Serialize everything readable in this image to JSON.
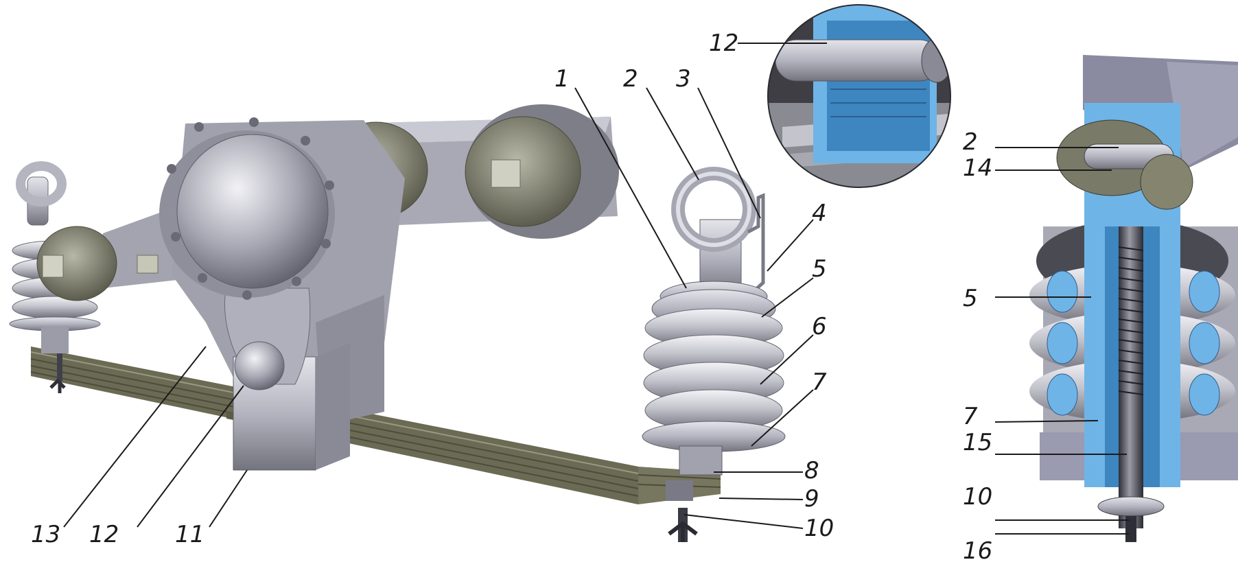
{
  "figure": {
    "main_labels": {
      "n1": "1",
      "n2": "2",
      "n3": "3",
      "n4": "4",
      "n5": "5",
      "n6": "6",
      "n7": "7",
      "n8": "8",
      "n9": "9",
      "n10": "10",
      "n11": "11",
      "n12": "12",
      "n13": "13"
    },
    "inset_labels": {
      "n12": "12"
    },
    "section_labels": {
      "n2": "2",
      "n14": "14",
      "n5": "5",
      "n7": "7",
      "n15": "15",
      "n10": "10",
      "n16": "16"
    }
  },
  "colors": {
    "metal": "#b9b9c4",
    "metal_dark": "#7c7c88",
    "spring": "#c6c6d0",
    "leaf": "#77765e",
    "leaf_dark": "#5c5b47",
    "drum": "#8e8e80",
    "cut": "#6fb4e6",
    "cut_dark": "#3d86c0",
    "leader": "#1a1a1a"
  }
}
